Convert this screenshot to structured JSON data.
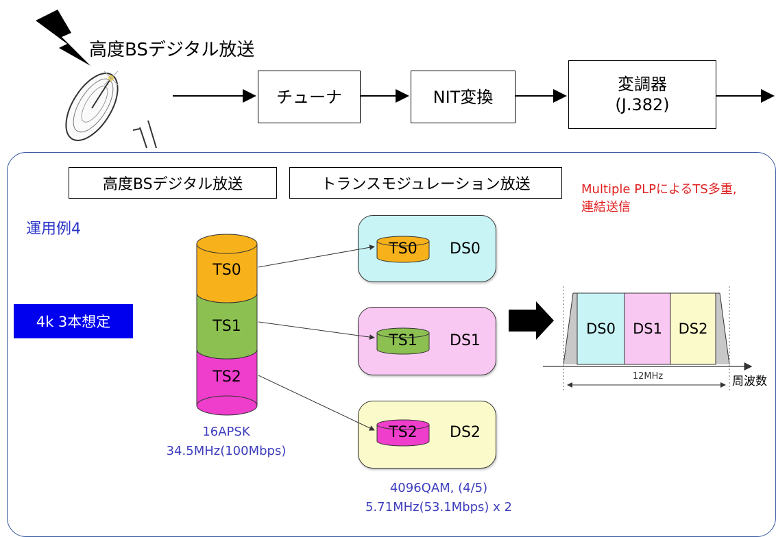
{
  "top": {
    "broadcast_title": "高度BSデジタル放送",
    "pipeline": [
      {
        "id": "tuner",
        "label": "チューナ"
      },
      {
        "id": "nit",
        "label": "NIT変換"
      },
      {
        "id": "modulator",
        "label": "変調器",
        "sublabel": "(J.382)"
      }
    ]
  },
  "panel": {
    "tab_left": "高度BSデジタル放送",
    "tab_right": "トランスモジュレーション放送",
    "note_line1": "Multiple PLPによるTS多重,",
    "note_line2": "連結送信",
    "example_title": "運用例4",
    "assumption_badge": "4k 3本想定",
    "ts_stack": [
      "TS0",
      "TS1",
      "TS2"
    ],
    "source_mod": "16APSK",
    "source_rate": "34.5MHz(100Mbps)",
    "ds_boxes": [
      {
        "ts": "TS0",
        "ds": "DS0"
      },
      {
        "ts": "TS1",
        "ds": "DS1"
      },
      {
        "ts": "TS2",
        "ds": "DS2"
      }
    ],
    "output_mod": "4096QAM, (4/5)",
    "output_rate": "5.71MHz(53.1Mbps) x 2",
    "spectrum": {
      "segments": [
        "DS0",
        "DS1",
        "DS2"
      ],
      "bandwidth": "12MHz",
      "axis_label": "周波数"
    }
  },
  "colors": {
    "ts0": "#f7b21b",
    "ts1": "#8cc152",
    "ts2": "#ef3ecb",
    "ds0_bg": "#c8f4f6",
    "ds1_bg": "#f8c8f2",
    "ds2_bg": "#fafaca",
    "badge_bg": "#0000ee",
    "note_red": "#e02020",
    "blue_text": "#3d3dbd",
    "panel_border": "#34569c"
  }
}
